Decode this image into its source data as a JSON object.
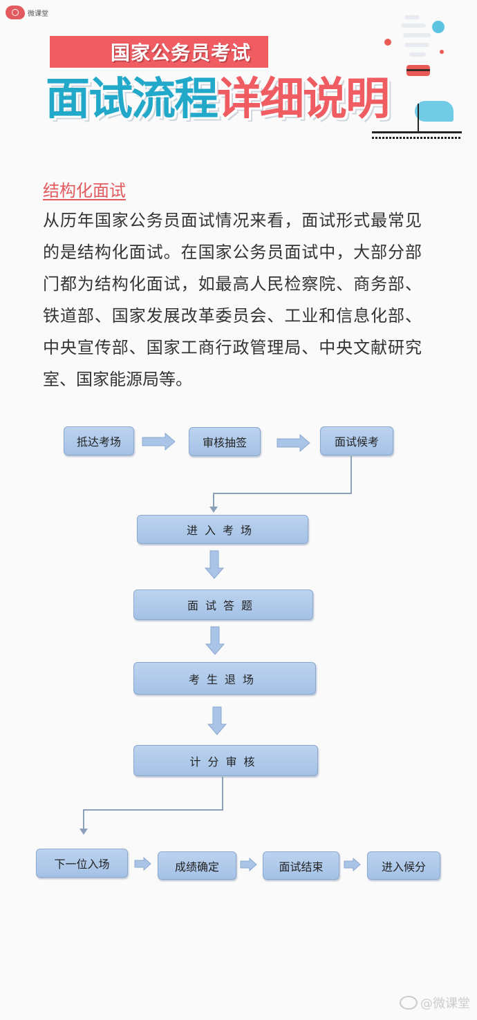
{
  "brand": {
    "logo_text": "微课堂",
    "logo_icon": "weike-logo-icon"
  },
  "header": {
    "subtitle": "国家公务员考试",
    "title_blue": "面试流程",
    "title_red": "详细说明",
    "colors": {
      "red": "#ef5d63",
      "blue": "#22a9c9"
    }
  },
  "section": {
    "title": "结构化面试",
    "paragraph": "从历年国家公务员面试情况来看，面试形式最常见的是结构化面试。在国家公务员面试中，大部分部门都为结构化面试，如最高人民检察院、商务部、铁道部、国家发展改革委员会、工业和信息化部、中央宣传部、国家工商行政管理局、中央文献研究室、国家能源局等。"
  },
  "flowchart": {
    "row1": [
      "抵达考场",
      "审核抽签",
      "面试候考"
    ],
    "column": [
      "进入考场",
      "面试答题",
      "考生退场",
      "计分审核"
    ],
    "row2": [
      "下一位入场",
      "成绩确定",
      "面试结束",
      "进入候分"
    ],
    "box_color": "#b3cceb",
    "arrow_color": "#a9c4e6"
  },
  "footer": {
    "watermark": "@微课堂",
    "icon": "weibo-icon"
  }
}
